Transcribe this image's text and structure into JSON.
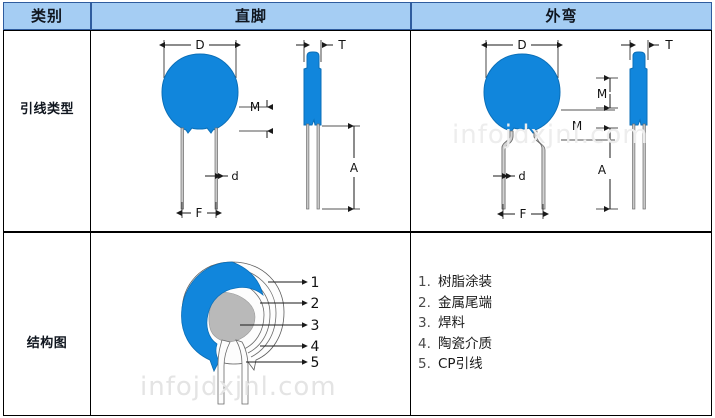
{
  "table": {
    "header": {
      "col_category": "类别",
      "col_straight": "直脚",
      "col_bent": "外弯"
    },
    "rows": [
      {
        "label": "引线类型"
      },
      {
        "label": "结构图"
      }
    ]
  },
  "dimensions": {
    "diameter": "D",
    "thickness": "T",
    "body_to_lead": "M",
    "lead_diameter": "d",
    "lead_spacing": "F",
    "lead_length": "A"
  },
  "structure_legend": {
    "items": [
      {
        "num": "1.",
        "label": "树脂涂装"
      },
      {
        "num": "2.",
        "label": "金属尾端"
      },
      {
        "num": "3.",
        "label": "焊料"
      },
      {
        "num": "4.",
        "label": "陶瓷介质"
      },
      {
        "num": "5.",
        "label": "CP引线"
      }
    ]
  },
  "callouts": {
    "c1": "1",
    "c2": "2",
    "c3": "3",
    "c4": "4",
    "c5": "5"
  },
  "watermark": {
    "text": "infojdxjnl.com"
  },
  "colors": {
    "header_fill": "#a5cdf3",
    "header_border": "#2f5c9e",
    "capacitor_blue": "#1186dc",
    "capacitor_blue_dark": "#0b6fb8",
    "lead_gray": "#8a8a8a",
    "dim_line": "#1a1a1a",
    "ceramic_gray": "#b9b9b9"
  }
}
